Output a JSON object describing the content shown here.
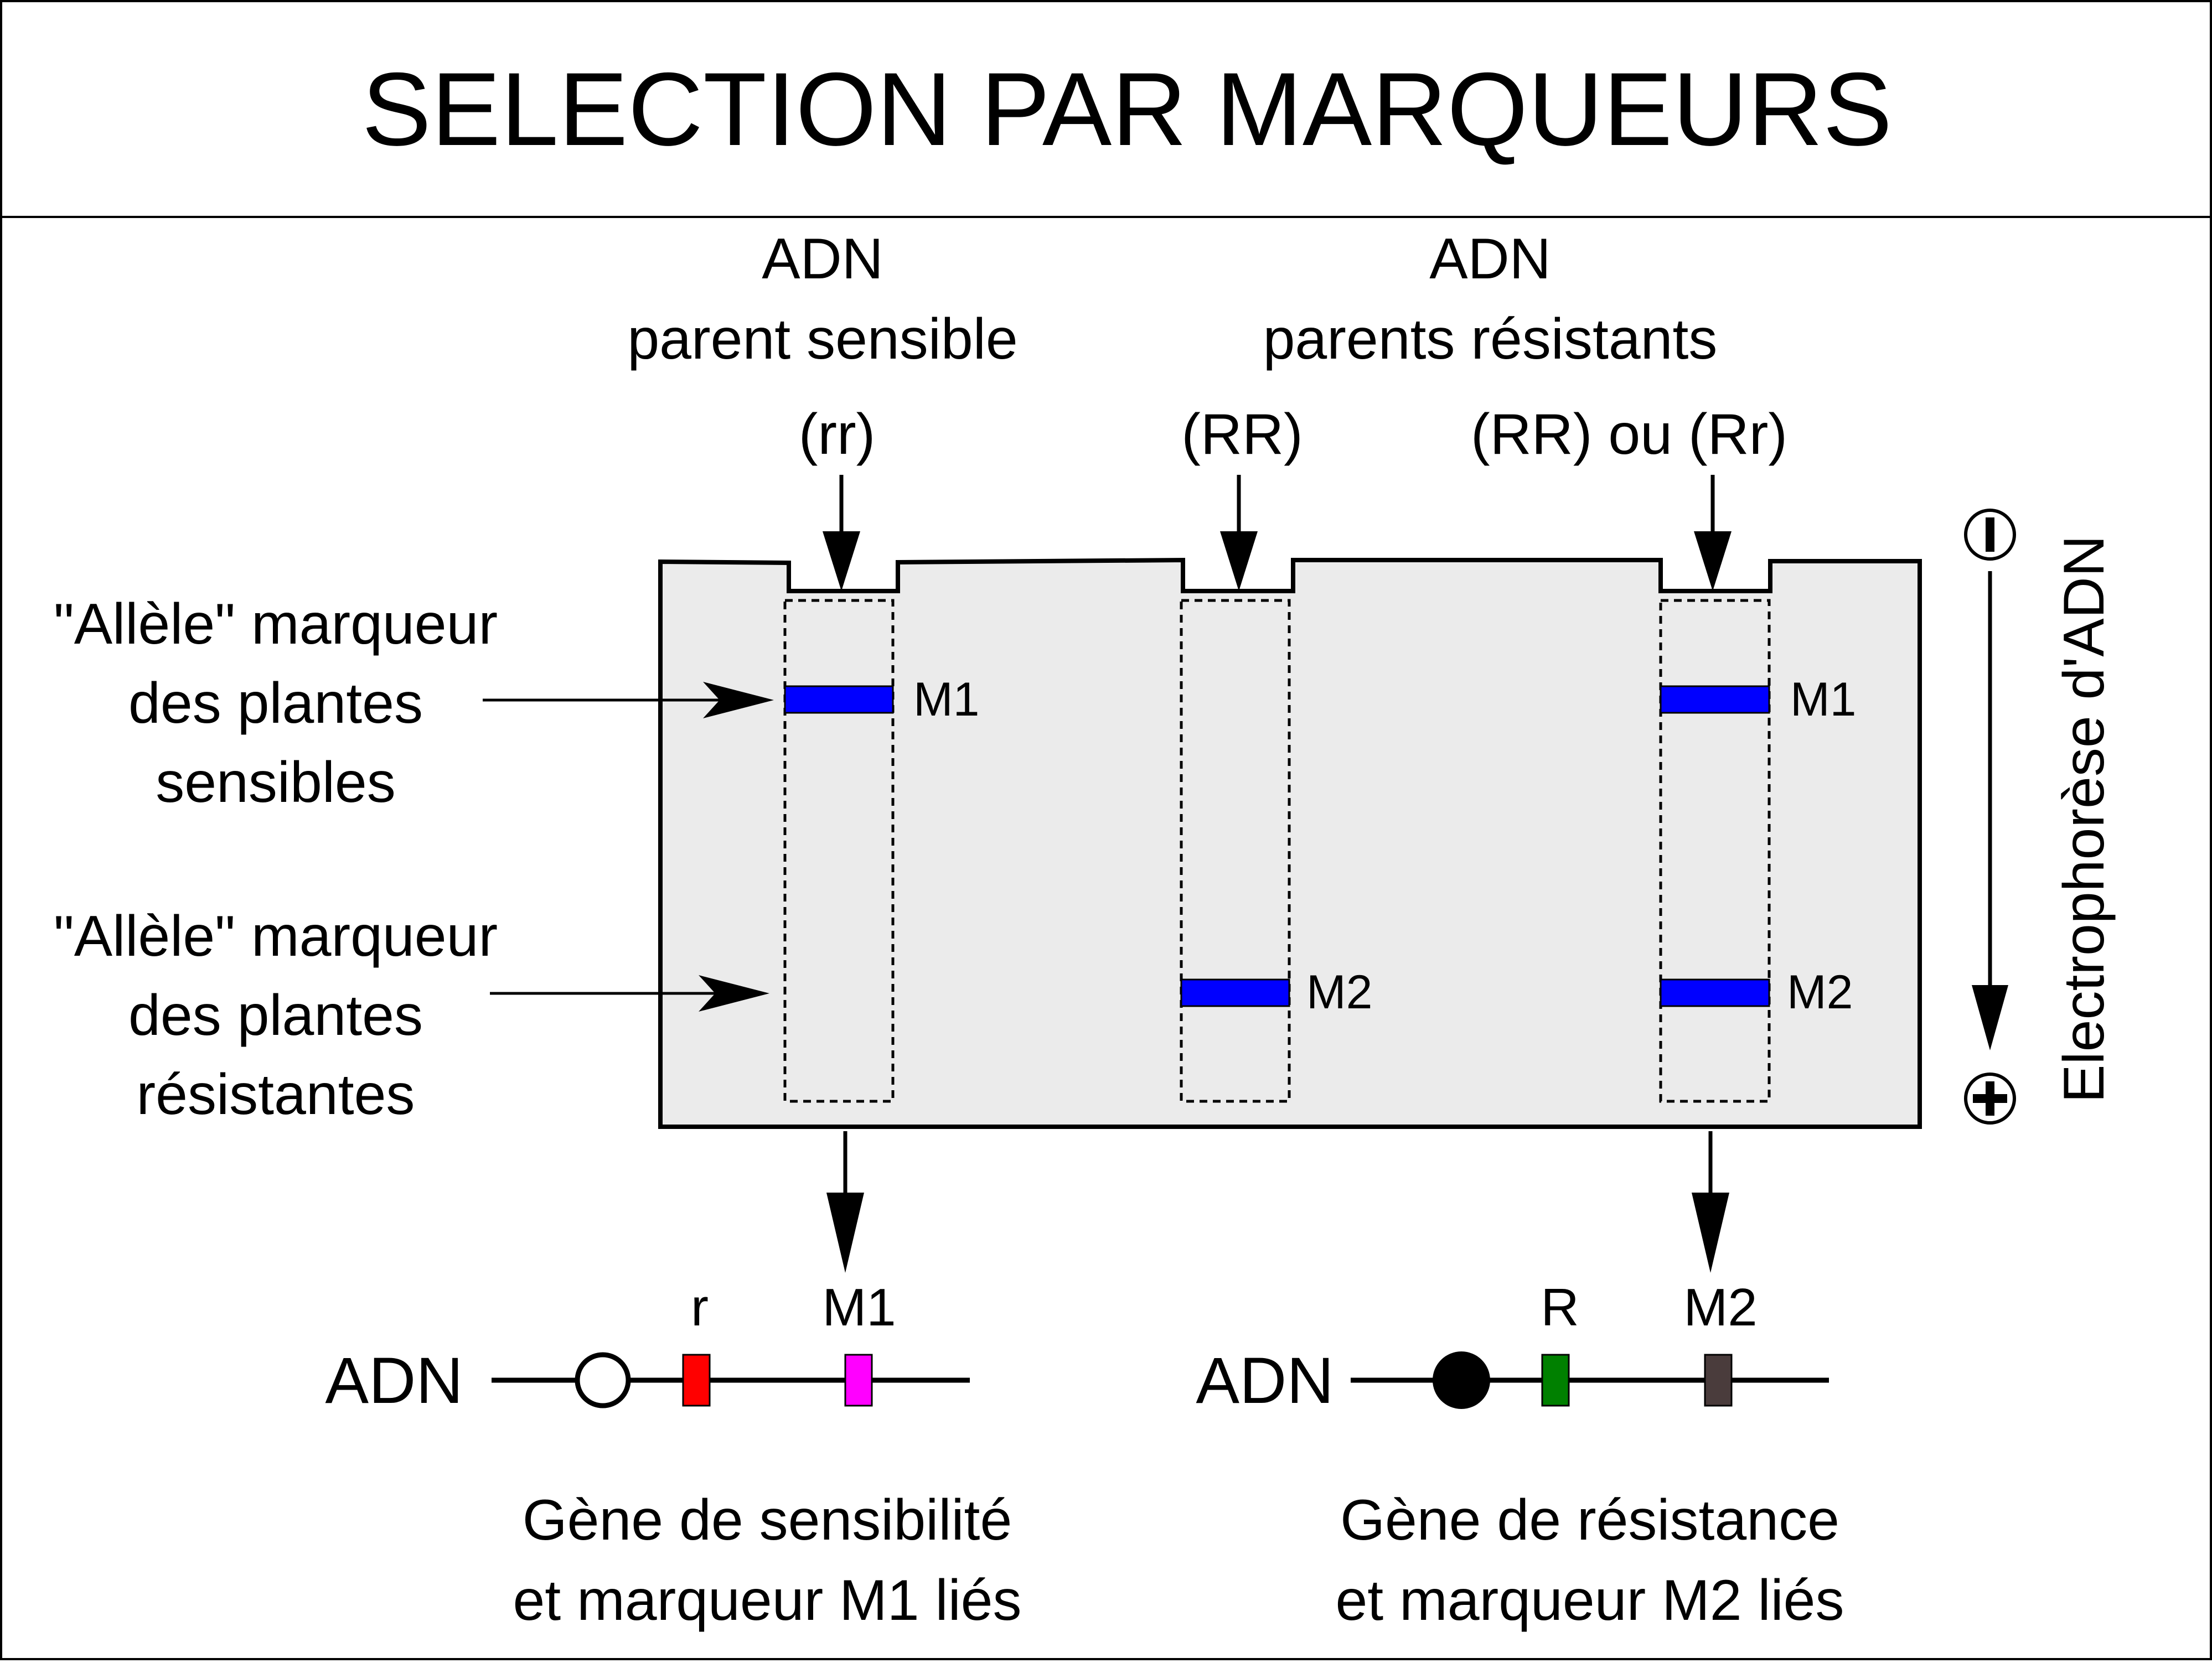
{
  "title": "SELECTION PAR MARQUEURS",
  "header_sensible": {
    "line1": "ADN",
    "line2": "parent sensible"
  },
  "header_resistant": {
    "line1": "ADN",
    "line2": "parents résistants"
  },
  "genotypes": {
    "lane1": "(rr)",
    "lane2": "(RR)",
    "lane3": "(RR) ou (Rr)"
  },
  "left_labels": {
    "m1_allele": [
      "\"Allèle\" marqueur",
      "des plantes",
      "sensibles"
    ],
    "m2_allele": [
      "\"Allèle\" marqueur",
      "des plantes",
      "résistantes"
    ]
  },
  "bands": {
    "m1": "M1",
    "m2": "M2"
  },
  "electrophoresis": {
    "label": "Electrophorèse d'ADN",
    "minus": "−",
    "plus": "+"
  },
  "dna_left": {
    "label": "ADN",
    "gene_letter": "r",
    "marker": "M1",
    "caption": [
      "Gène de sensibilité",
      "et marqueur M1 liés"
    ]
  },
  "dna_right": {
    "label": "ADN",
    "gene_letter": "R",
    "marker": "M2",
    "caption": [
      "Gène de résistance",
      "et marqueur M2 liés"
    ]
  },
  "colors": {
    "gel": "#ebebeb",
    "band": "#0000ff",
    "gene_r": "#ff0000",
    "marker_m1": "#ff00ff",
    "gene_R": "#008000",
    "marker_m2": "#4a3c3c"
  }
}
